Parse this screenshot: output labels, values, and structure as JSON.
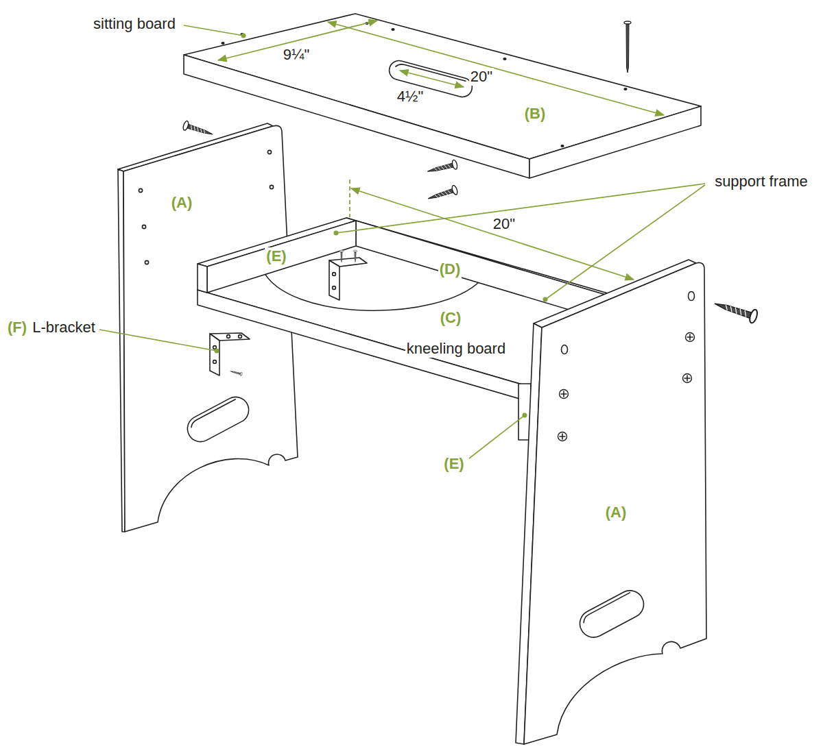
{
  "diagram": {
    "labels": [
      "sitting board",
      "9¼\"",
      "20\"",
      "4½\"",
      "(B)",
      "(A)",
      "support frame",
      "(E)",
      "(D)",
      "20\"",
      "(C)",
      "kneeling board",
      "(F)",
      "L-bracket",
      "(E)",
      "(A)"
    ]
  }
}
